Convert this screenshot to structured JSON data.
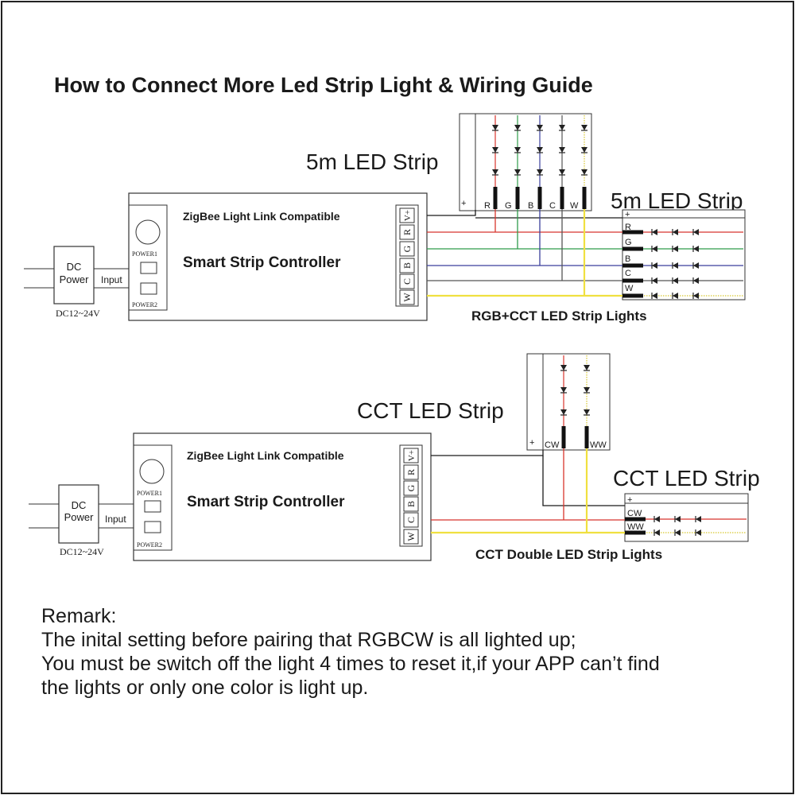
{
  "title": "How to Connect More Led Strip Light & Wiring Guide",
  "colors": {
    "red": "#d8352d",
    "green": "#2e9c4a",
    "blue": "#3a3f9c",
    "gray": "#555555",
    "yellow": "#f0e040",
    "ink": "#1a1a1a"
  },
  "rgbcct": {
    "top_strip_label": "5m LED Strip",
    "right_strip_label": "5m LED Strip",
    "controller_line1": "ZigBee Light Link Compatible",
    "controller_line2": "Smart Strip Controller",
    "power1": "POWER1",
    "power2": "POWER2",
    "terminals": [
      "V+",
      "R",
      "G",
      "B",
      "C",
      "W"
    ],
    "dc_box": [
      "DC",
      "Power"
    ],
    "input": "Input",
    "voltage": "DC12~24V",
    "top_pins": [
      "+",
      "R",
      "G",
      "B",
      "C",
      "W"
    ],
    "right_pins": [
      "+",
      "R",
      "G",
      "B",
      "C",
      "W"
    ],
    "caption": "RGB+CCT LED Strip Lights"
  },
  "cct": {
    "top_strip_label": "CCT LED Strip",
    "right_strip_label": "CCT LED Strip",
    "controller_line1": "ZigBee Light Link Compatible",
    "controller_line2": "Smart Strip Controller",
    "power1": "POWER1",
    "power2": "POWER2",
    "terminals": [
      "V+",
      "R",
      "G",
      "B",
      "C",
      "W"
    ],
    "dc_box": [
      "DC",
      "Power"
    ],
    "input": "Input",
    "voltage": "DC12~24V",
    "top_pins": [
      "+",
      "CW",
      "WW"
    ],
    "right_pins": [
      "+",
      "CW",
      "WW"
    ],
    "caption": "CCT Double LED Strip Lights"
  },
  "remark": {
    "heading": "Remark:",
    "line1": "The inital setting before pairing that RGBCW is all lighted up;",
    "line2": "You must be switch off the light 4 times to reset it,if your APP can’t find",
    "line3": "the lights or only one color is light up."
  }
}
